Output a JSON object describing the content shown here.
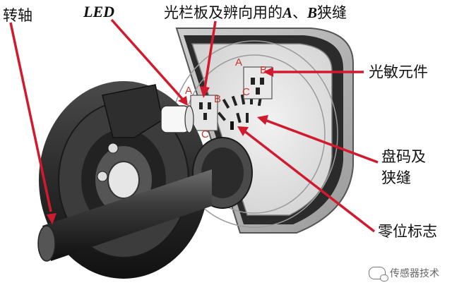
{
  "labels": {
    "shaft": "转轴",
    "led": "LED",
    "grating_prefix": "光栏板及辨向用的",
    "grating_a": "A",
    "grating_sep": "、",
    "grating_b": "B",
    "grating_suffix": "狭缝",
    "photo": "光敏元件",
    "disc_line1": "盘码及",
    "disc_line2": "狭缝",
    "zero": "零位标志"
  },
  "slot_letters": {
    "top_a": "A",
    "top_b": "B",
    "top_c": "C",
    "mid_a": "A",
    "mid_b": "B",
    "mid_c": "C"
  },
  "watermark": {
    "text": "传感器技术",
    "icon": "wechat-icon"
  },
  "colors": {
    "pointer": "#d21a2e",
    "slot_letter": "#c0392b"
  }
}
